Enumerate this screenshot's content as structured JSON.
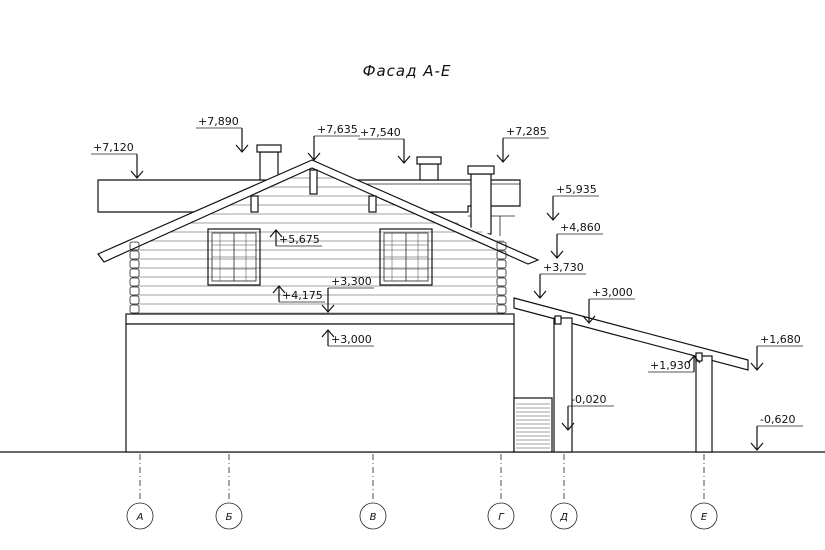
{
  "title": "Фасад А-Е",
  "elevations": [
    "+7,120",
    "+7,890",
    "+7,635",
    "+7,540",
    "+7,285",
    "+5,935",
    "+5,675",
    "+4,860",
    "+3,730",
    "+4,175",
    "+3,300",
    "+3,000",
    "+3,000",
    "+1,680",
    "+1,930",
    "-0,020",
    "-0,620"
  ],
  "axes": [
    "А",
    "Б",
    "В",
    "Г",
    "Д",
    "Е"
  ]
}
